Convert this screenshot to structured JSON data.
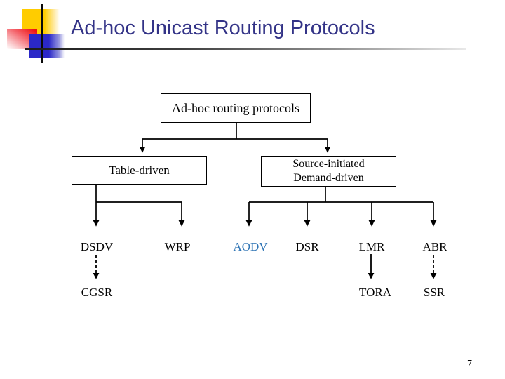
{
  "slide": {
    "title": "Ad-hoc Unicast Routing Protocols",
    "page_number": "7"
  },
  "colors": {
    "title_text": "#333387",
    "link_text": "#2e74b5",
    "diagram_lines": "#000000",
    "logo_yellow": "#ffcc00",
    "logo_red": "#ee1111",
    "logo_blue": "#2b28c8",
    "background": "#ffffff"
  },
  "diagram": {
    "root": "Ad-hoc routing protocols",
    "table_driven": "Table-driven",
    "source_initiated_line1": "Source-initiated",
    "source_initiated_line2": "Demand-driven",
    "protocols": {
      "dsdv": "DSDV",
      "wrp": "WRP",
      "aodv": "AODV",
      "dsr": "DSR",
      "lmr": "LMR",
      "abr": "ABR",
      "cgsr": "CGSR",
      "tora": "TORA",
      "ssr": "SSR"
    },
    "relations": [
      {
        "from": "Ad-hoc routing protocols",
        "to": "Table-driven",
        "style": "solid-arrow"
      },
      {
        "from": "Ad-hoc routing protocols",
        "to": "Source-initiated Demand-driven",
        "style": "solid-arrow"
      },
      {
        "from": "Table-driven",
        "to": "DSDV",
        "style": "solid-arrow"
      },
      {
        "from": "Table-driven",
        "to": "WRP",
        "style": "solid-arrow"
      },
      {
        "from": "Source-initiated Demand-driven",
        "to": "AODV",
        "style": "solid-arrow"
      },
      {
        "from": "Source-initiated Demand-driven",
        "to": "DSR",
        "style": "solid-arrow"
      },
      {
        "from": "Source-initiated Demand-driven",
        "to": "LMR",
        "style": "solid-arrow"
      },
      {
        "from": "Source-initiated Demand-driven",
        "to": "ABR",
        "style": "solid-arrow"
      },
      {
        "from": "DSDV",
        "to": "CGSR",
        "style": "dashed-arrow"
      },
      {
        "from": "LMR",
        "to": "TORA",
        "style": "solid-arrow"
      },
      {
        "from": "ABR",
        "to": "SSR",
        "style": "dashed-arrow"
      }
    ]
  }
}
